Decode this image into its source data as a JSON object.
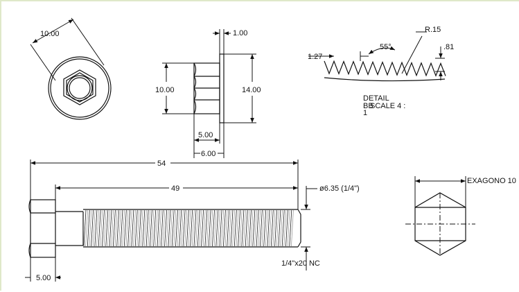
{
  "colors": {
    "line": "#111111",
    "background": "#ffffff",
    "frame": "#dfe8c9"
  },
  "views": {
    "head_end": {
      "across_flats": "10.00"
    },
    "flange_side": {
      "flange_thickness": "1.00",
      "hex_height": "10.00",
      "flange_diameter": "14.00",
      "hex_width": "5.00",
      "overall_width": "6.00"
    },
    "detail": {
      "pitch": "1.27",
      "angle": "55°",
      "root_radius": "R.15",
      "depth": ".81",
      "title_line1": "DETAIL",
      "title_line2a": "BB",
      "title_line2b": "SCALE 4 :",
      "title_line3": "1"
    },
    "side": {
      "overall_length": "54",
      "thread_length": "49",
      "diameter": "ø6.35 (1/4\")",
      "thread_spec": "1/4\"x20 NC",
      "head_height": "5.00"
    },
    "hex_end": {
      "label": "EXAGONO 10"
    }
  }
}
